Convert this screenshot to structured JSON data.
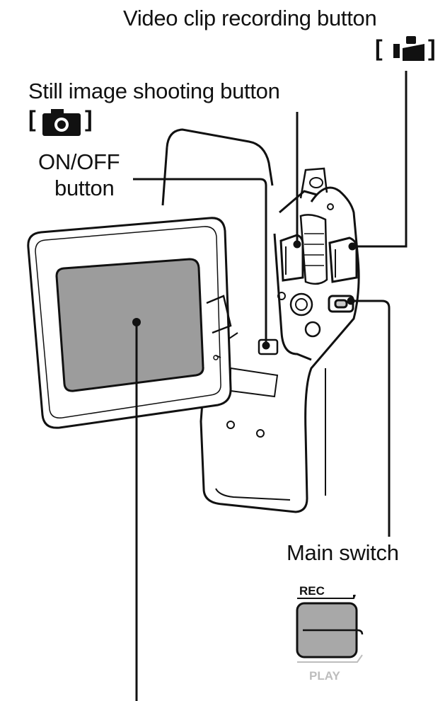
{
  "labels": {
    "video_clip_button": "Video clip recording button",
    "still_image_button": "Still image shooting button",
    "on_off_line1": "ON/OFF",
    "on_off_line2": "button",
    "main_switch": "Main switch",
    "switch_rec": "REC",
    "switch_play": "PLAY"
  },
  "icons": {
    "video_clip_icon": "video-camera-icon",
    "still_image_icon": "camera-icon"
  },
  "colors": {
    "line": "#111111",
    "screen": "#9c9c9c",
    "switch_fill": "#a8a8a8",
    "play_text": "#bdbdbd"
  }
}
